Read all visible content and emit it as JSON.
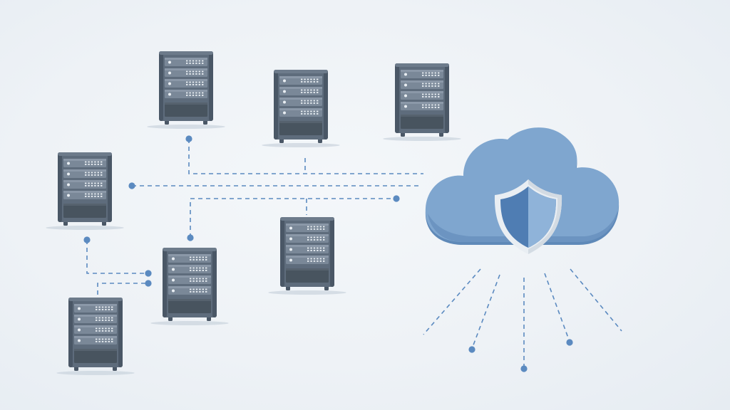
{
  "diagram": {
    "theme": {
      "background": "#eef2f6",
      "server_body": "#5e6c7c",
      "server_body_dark": "#4a5766",
      "server_bay": "#7a8898",
      "server_bay_light": "#8b98a8",
      "led": "#e9eef3",
      "connector": "#5b8ac0",
      "cloud": "#7fa6cf",
      "cloud_shadow": "#5f89b8",
      "shield_fill": "#4f7db3",
      "shield_rim": "#e9eef3"
    },
    "nodes": [
      {
        "id": "server-1",
        "kind": "server-rack-icon",
        "bays": 4
      },
      {
        "id": "server-2",
        "kind": "server-rack-icon",
        "bays": 4
      },
      {
        "id": "server-3",
        "kind": "server-rack-icon",
        "bays": 4
      },
      {
        "id": "server-4",
        "kind": "server-rack-icon",
        "bays": 4
      },
      {
        "id": "server-5",
        "kind": "server-rack-icon",
        "bays": 4
      },
      {
        "id": "server-6",
        "kind": "server-rack-icon",
        "bays": 4
      },
      {
        "id": "server-7",
        "kind": "server-rack-icon",
        "bays": 4
      },
      {
        "id": "cloud",
        "kind": "cloud-icon"
      },
      {
        "id": "shield",
        "kind": "shield-icon"
      }
    ],
    "connectors": {
      "style": "dashed",
      "endpoint": "dot"
    }
  }
}
